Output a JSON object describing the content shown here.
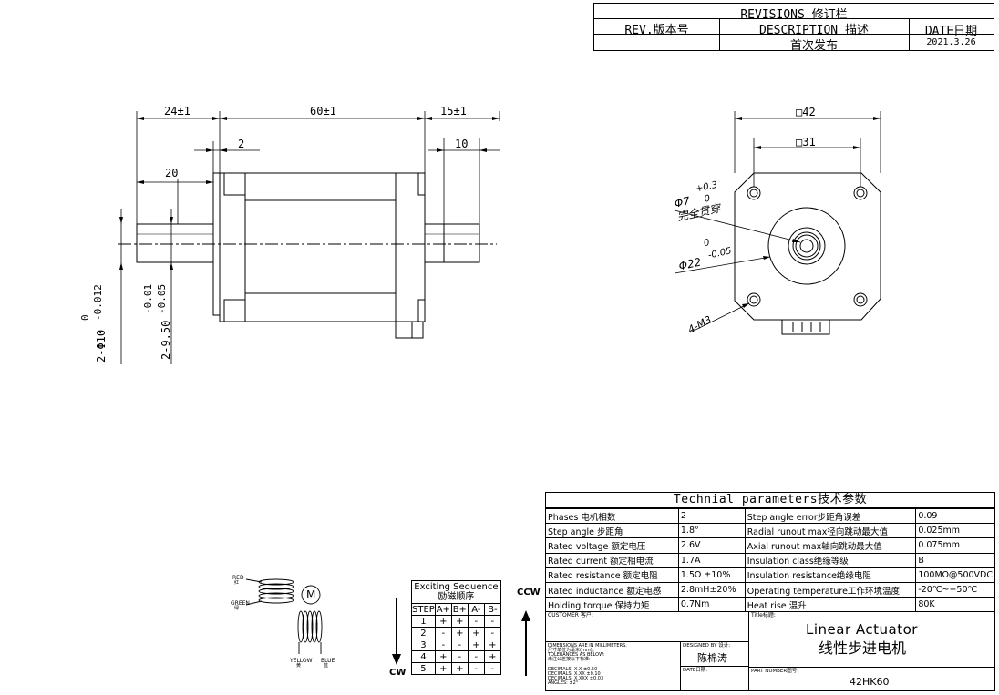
{
  "revisions": {
    "title": "REVISIONS 修订栏",
    "col_rev": "REV.版本号",
    "col_desc": "DESCRIPTION 描述",
    "col_date": "DATE日期",
    "row_desc": "首次发布",
    "row_date": "2021.3.26"
  },
  "side_view": {
    "dim_24": "24±1",
    "dim_60": "60±1",
    "dim_15": "15±1",
    "dim_20": "20",
    "dim_2": "2",
    "dim_10": "10",
    "shaft_dia_label": "2-Φ10",
    "shaft_dia_tol_upper": "0",
    "shaft_dia_tol_lower": "-0.012",
    "shaft_9_5_label": "2-9.50",
    "shaft_9_5_tol_upper": "-0.01",
    "shaft_9_5_tol_lower": "-0.05"
  },
  "front_view": {
    "dim_42": "□42",
    "dim_31": "□31",
    "hole_dia": "Φ7",
    "hole_tol_upper": "+0.3",
    "hole_tol_lower": "0",
    "hole_note": "完全贯穿",
    "boss_dia": "Φ22",
    "boss_tol_upper": "0",
    "boss_tol_lower": "-0.05",
    "screw_label": "4-M3"
  },
  "wiring": {
    "red": "RED",
    "red_cn": "红",
    "green": "GREEN",
    "green_cn": "绿",
    "yellow": "YELLOW",
    "yellow_cn": "黄",
    "blue": "BLUE",
    "blue_cn": "蓝",
    "motor": "M"
  },
  "sequence": {
    "title": "Exciting Sequence",
    "title_cn": "励磁顺序",
    "headers": [
      "STEP",
      "A+",
      "B+",
      "A-",
      "B-"
    ],
    "rows": [
      [
        "1",
        "+",
        "+",
        "-",
        "-"
      ],
      [
        "2",
        "-",
        "+",
        "+",
        "-"
      ],
      [
        "3",
        "-",
        "-",
        "+",
        "+"
      ],
      [
        "4",
        "+",
        "-",
        "-",
        "+"
      ],
      [
        "5",
        "+",
        "+",
        "-",
        "-"
      ]
    ],
    "ccw": "CCW",
    "cw": "CW"
  },
  "params": {
    "title": "Technial parameters技术参数",
    "rows": [
      [
        "Phases 电机相数",
        "2",
        "Step angle error步距角误差",
        "0.09"
      ],
      [
        "Step angle 步距角",
        "1.8°",
        "Radial runout max径向跳动最大值",
        "0.025mm"
      ],
      [
        "Rated voltage 额定电压",
        "2.6V",
        "Axial runout max轴向跳动最大值",
        "0.075mm"
      ],
      [
        "Rated current 额定相电流",
        "1.7A",
        "Insulation class绝缘等级",
        "B"
      ],
      [
        "Rated resistance 额定电阻",
        "1.5Ω ±10%",
        "Insulation resistance绝缘电阻",
        "100MΩ@500VDC"
      ],
      [
        "Rated inductance 额定电感",
        "2.8mH±20%",
        "Operating temperature工作环境温度",
        "-20℃~+50℃"
      ],
      [
        "Holding torque 保持力矩",
        "0.7Nm",
        "Heat rise 温升",
        "80K"
      ]
    ]
  },
  "title_block": {
    "customer_label": "CUSTOMER 客户:",
    "title_label": "Title标题:",
    "title_line1": "Linear Actuator",
    "title_line2": "线性步进电机",
    "dimensions_note": "DIMENSIONS ARE IN MILLIMETERS.",
    "dimensions_note_cn": "尺寸单位为毫米(mm)。",
    "tolerances_note": "TOLERANCES AS BELOW:",
    "tolerances_note_cn": "未注公差按以下标准:",
    "tol_x": "DECIMALS: X.X    ±0.50",
    "tol_xx": "DECIMALS: X.XX   ±0.10",
    "tol_xxx": "DECIMALS: X.XXX  ±0.03",
    "tol_ang": "ANGLES:  ±2°",
    "designed_label": "DESIGNED BY 设计:",
    "designer": "陈棉涛",
    "date_label": "DATE日期:",
    "part_label": "PART NUMBER图号:",
    "part_number": "42HK60"
  }
}
